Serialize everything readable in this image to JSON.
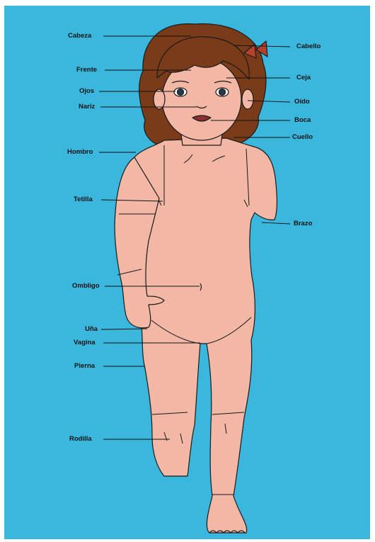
{
  "colors": {
    "background": "#3bb7de",
    "skin": "#f2b7a5",
    "hair": "#7a3b18",
    "outline": "#1a1a1a",
    "bow": "#b5402c"
  },
  "labels": {
    "cabeza": "Cabeza",
    "cabello": "Cabello",
    "frente": "Frente",
    "ceja": "Ceja",
    "ojos": "Ojos",
    "oido": "Oído",
    "nariz": "Nariz",
    "boca": "Boca",
    "cuello": "Cuello",
    "hombro": "Hombro",
    "tetilla": "Tetilla",
    "brazo": "Brazo",
    "ombligo": "Ombligo",
    "una": "Uña",
    "vagina": "Vagina",
    "pierna": "Pierna",
    "rodilla": "Rodilla"
  }
}
